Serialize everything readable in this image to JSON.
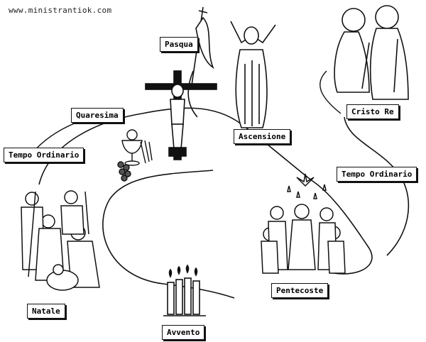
{
  "watermark": "www.ministrantiok.com",
  "labels": {
    "pasqua": "Pasqua",
    "quaresima": "Quaresima",
    "tempo_ordinario_left": "Tempo Ordinario",
    "ascensione": "Ascensione",
    "cristo_re": "Cristo Re",
    "tempo_ordinario_right": "Tempo Ordinario",
    "pentecoste": "Pentecoste",
    "natale": "Natale",
    "avvento": "Avvento"
  },
  "icons": [
    "crucifix-icon",
    "resurrection-banner-icon",
    "ascending-christ-icon",
    "christ-king-icon",
    "pentecost-icon",
    "nativity-icon",
    "advent-candles-icon",
    "chalice-grapes-icon"
  ]
}
